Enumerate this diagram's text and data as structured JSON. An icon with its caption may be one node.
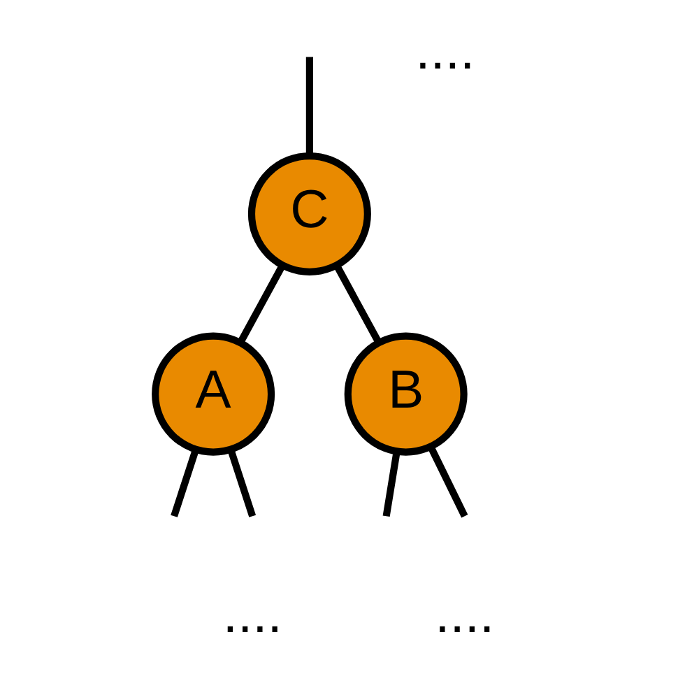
{
  "diagram": {
    "nodes": [
      {
        "text": [
          "C"
        ]
      },
      {
        "text": [
          "A"
        ]
      },
      {
        "text": [
          "B"
        ]
      }
    ],
    "edges": [
      {
        "from": null,
        "to": 0,
        "arrow": "none"
      },
      {
        "from": 0,
        "to": 1,
        "arrow": "none"
      },
      {
        "from": 0,
        "to": 2,
        "arrow": "none"
      },
      {
        "from": 1,
        "to": null,
        "arrow": "none"
      },
      {
        "from": 1,
        "to": null,
        "arrow": "none"
      },
      {
        "from": 2,
        "to": null,
        "arrow": "none"
      },
      {
        "from": 2,
        "to": null,
        "arrow": "none"
      }
    ],
    "labels": [
      "....",
      "....",
      "...."
    ]
  }
}
